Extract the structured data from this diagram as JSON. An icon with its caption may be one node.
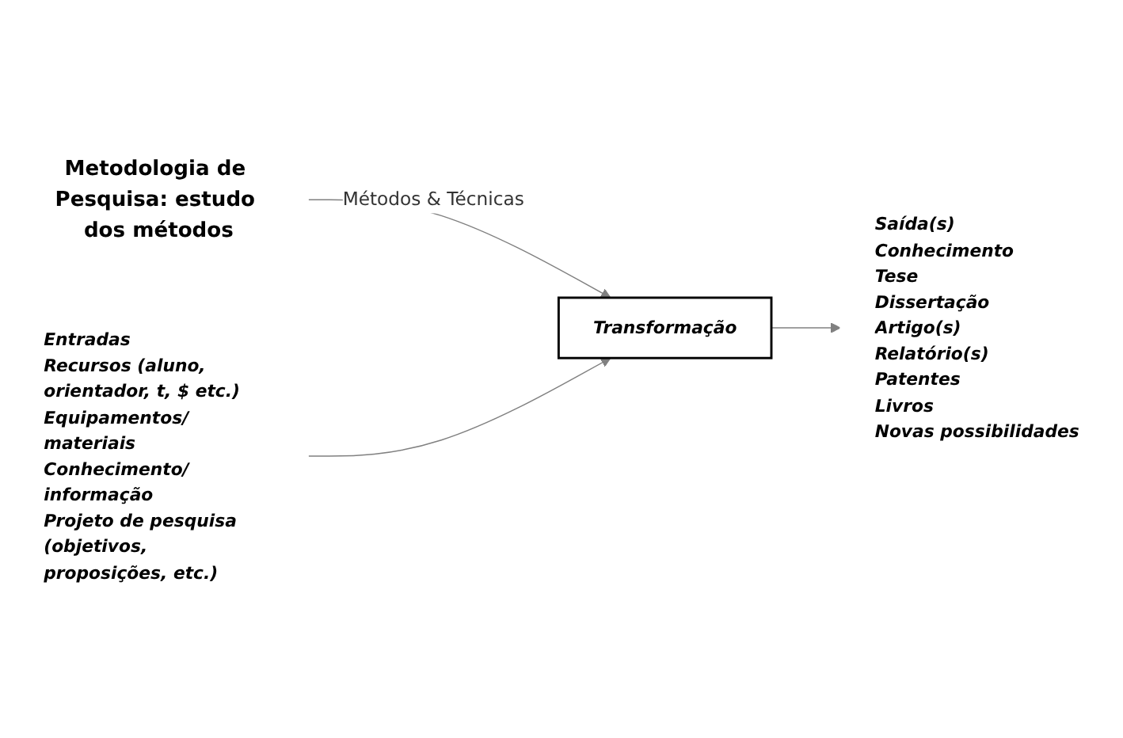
{
  "diagram": {
    "nodes": [
      {
        "text": [
          "Metodologia de Pesquisa: estudo dos métodos"
        ]
      },
      {
        "text": [
          "Entradas",
          "Recursos (aluno, orientador, t, $ etc.)",
          "Equipamentos/ materiais",
          "Conhecimento/ informação",
          "Projeto de pesquisa (objetivos, proposições, etc.)"
        ]
      },
      {
        "text": [
          "Transformação"
        ]
      },
      {
        "text": [
          "Saída(s)",
          "Conhecimento",
          "Tese",
          "Dissertação",
          "Artigo(s)",
          "Relatório(s)",
          "Patentes",
          "Livros",
          "Novas possibilidades"
        ]
      }
    ],
    "edges": [
      {
        "from": 0,
        "to": 2,
        "arrow": "to",
        "label": "Métodos & Técnicas"
      },
      {
        "from": 1,
        "to": 2,
        "arrow": "to"
      },
      {
        "from": 2,
        "to": 3,
        "arrow": "to"
      }
    ]
  }
}
